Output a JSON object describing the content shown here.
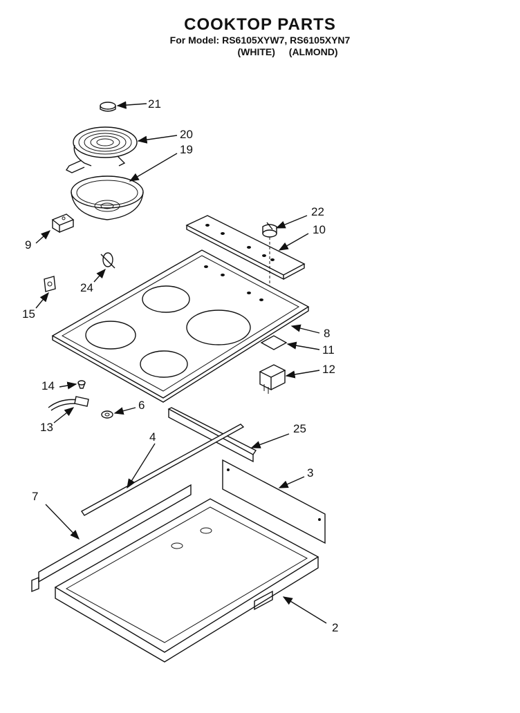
{
  "header": {
    "title": "COOKTOP PARTS",
    "model_line": "For Model: RS6105XYW7, RS6105XYN7",
    "variant_white": "(WHITE)",
    "variant_almond": "(ALMOND)"
  },
  "callouts": {
    "p2": "2",
    "p3": "3",
    "p4": "4",
    "p6": "6",
    "p7": "7",
    "p8": "8",
    "p9": "9",
    "p10": "10",
    "p11": "11",
    "p12": "12",
    "p13": "13",
    "p14": "14",
    "p15": "15",
    "p19": "19",
    "p20": "20",
    "p21": "21",
    "p22": "22",
    "p24": "24",
    "p25": "25"
  }
}
